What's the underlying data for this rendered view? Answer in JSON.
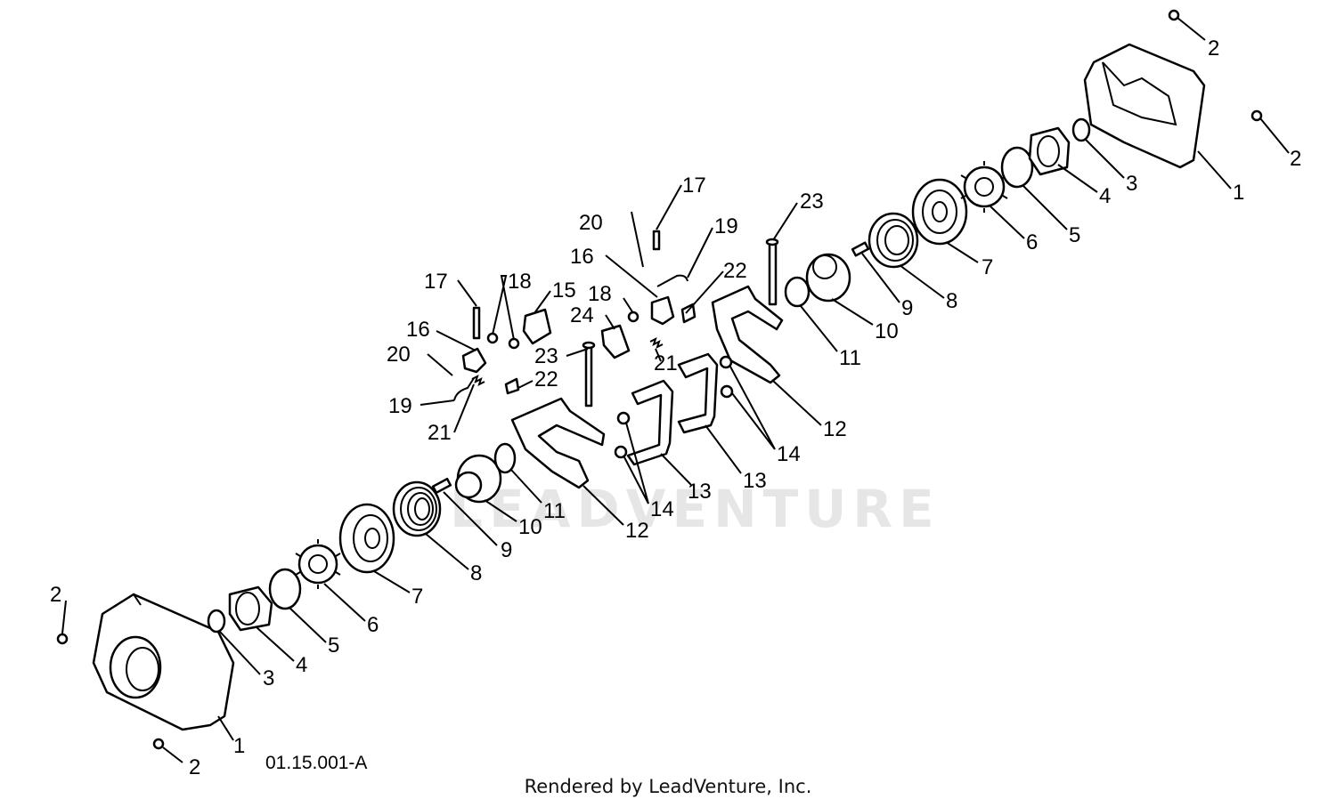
{
  "diagram": {
    "watermark": "LEADVENTURE",
    "figure_id": "01.15.001-A",
    "credit": "Rendered by LeadVenture, Inc.",
    "callouts": [
      "1",
      "1",
      "2",
      "2",
      "2",
      "2",
      "3",
      "3",
      "4",
      "4",
      "5",
      "5",
      "6",
      "6",
      "7",
      "7",
      "8",
      "8",
      "9",
      "9",
      "10",
      "10",
      "11",
      "11",
      "12",
      "12",
      "13",
      "13",
      "14",
      "14",
      "15",
      "16",
      "16",
      "17",
      "17",
      "18",
      "18",
      "19",
      "19",
      "20",
      "20",
      "21",
      "21",
      "22",
      "22",
      "23",
      "23",
      "24"
    ]
  }
}
